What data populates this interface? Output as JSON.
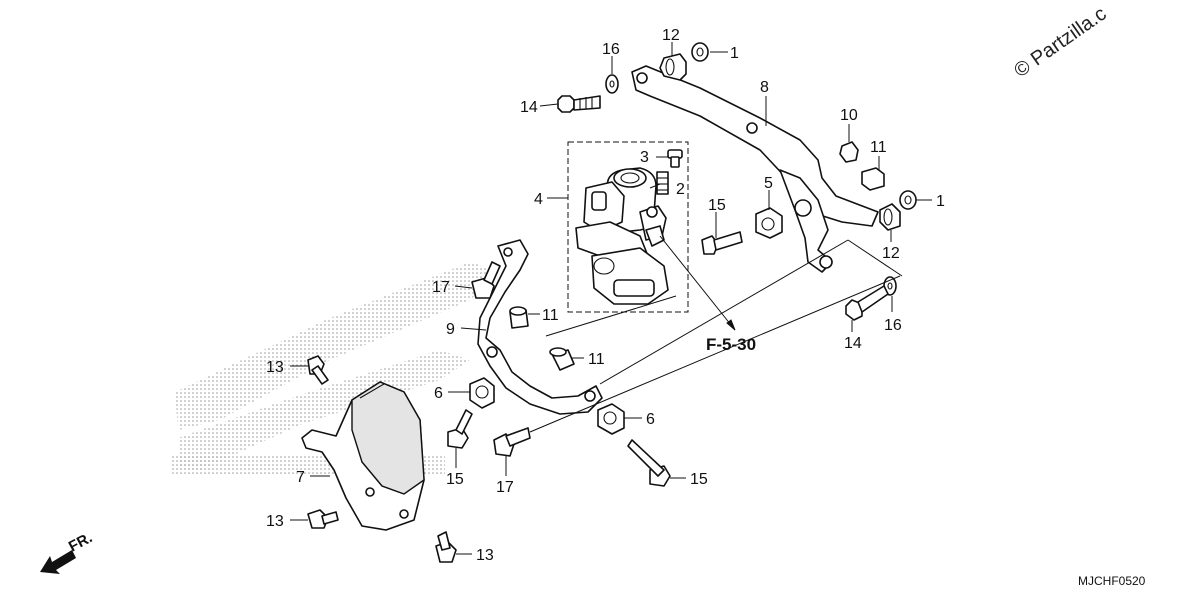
{
  "watermark": "© Partzilla.c",
  "reference_label": "F-5-30",
  "diagram_code": "MJCHF0520",
  "direction_label": "FR.",
  "callouts": [
    {
      "id": "c1a",
      "text": "1"
    },
    {
      "id": "c12a",
      "text": "12"
    },
    {
      "id": "c16a",
      "text": "16"
    },
    {
      "id": "c14a",
      "text": "14"
    },
    {
      "id": "c8",
      "text": "8"
    },
    {
      "id": "c10",
      "text": "10"
    },
    {
      "id": "c11a",
      "text": "11"
    },
    {
      "id": "c1b",
      "text": "1"
    },
    {
      "id": "c12b",
      "text": "12"
    },
    {
      "id": "c16b",
      "text": "16"
    },
    {
      "id": "c14b",
      "text": "14"
    },
    {
      "id": "c3",
      "text": "3"
    },
    {
      "id": "c2",
      "text": "2"
    },
    {
      "id": "c4",
      "text": "4"
    },
    {
      "id": "c5",
      "text": "5"
    },
    {
      "id": "c15a",
      "text": "15"
    },
    {
      "id": "c17a",
      "text": "17"
    },
    {
      "id": "c9",
      "text": "9"
    },
    {
      "id": "c11b",
      "text": "11"
    },
    {
      "id": "c11c",
      "text": "11"
    },
    {
      "id": "c13a",
      "text": "13"
    },
    {
      "id": "c6a",
      "text": "6"
    },
    {
      "id": "c6b",
      "text": "6"
    },
    {
      "id": "c15b",
      "text": "15"
    },
    {
      "id": "c17b",
      "text": "17"
    },
    {
      "id": "c15c",
      "text": "15"
    },
    {
      "id": "c7",
      "text": "7"
    },
    {
      "id": "c13b",
      "text": "13"
    },
    {
      "id": "c13c",
      "text": "13"
    }
  ]
}
